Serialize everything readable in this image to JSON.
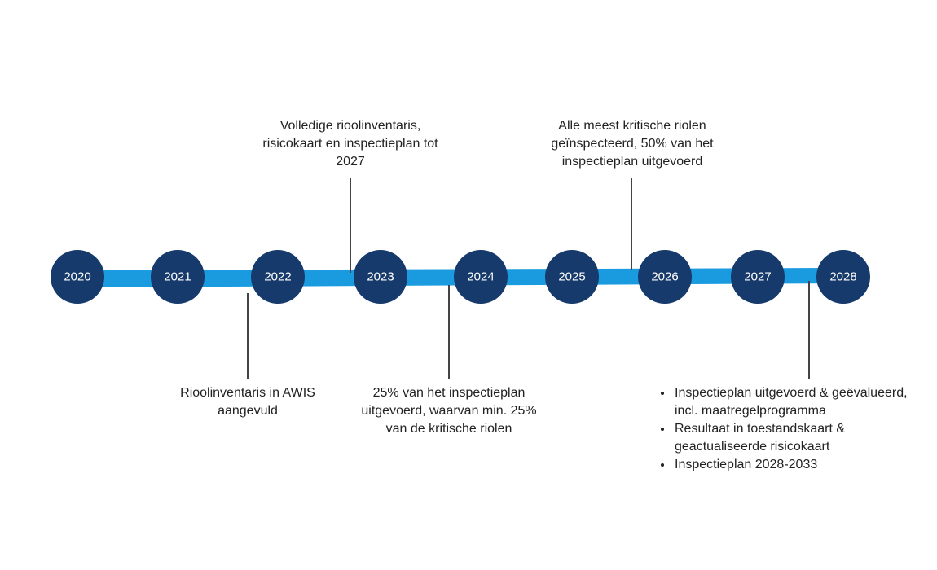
{
  "colors": {
    "bar": "#1a9be0",
    "node": "#163a6b",
    "connector": "#444444",
    "node_text": "#ffffff"
  },
  "years": [
    "2020",
    "2021",
    "2022",
    "2023",
    "2024",
    "2025",
    "2026",
    "2027",
    "2028"
  ],
  "milestones": {
    "m2021": "Rioolinventaris in AWIS aangevuld",
    "m2022": "Volledige rioolinventaris, risicokaart en inspectieplan tot 2027",
    "m2024": "25% van het inspectieplan uitgevoerd, waarvan min. 25% van de kritische riolen",
    "m2025": "Alle meest kritische riolen geïnspecteerd, 50% van het inspectieplan uitgevoerd",
    "m2028": [
      "Inspectieplan uitgevoerd & geëvalueerd, incl. maatregelprogramma",
      "Resultaat in toestandskaart & geactualiseerde risicokaart",
      "Inspectieplan 2028-2033"
    ]
  }
}
